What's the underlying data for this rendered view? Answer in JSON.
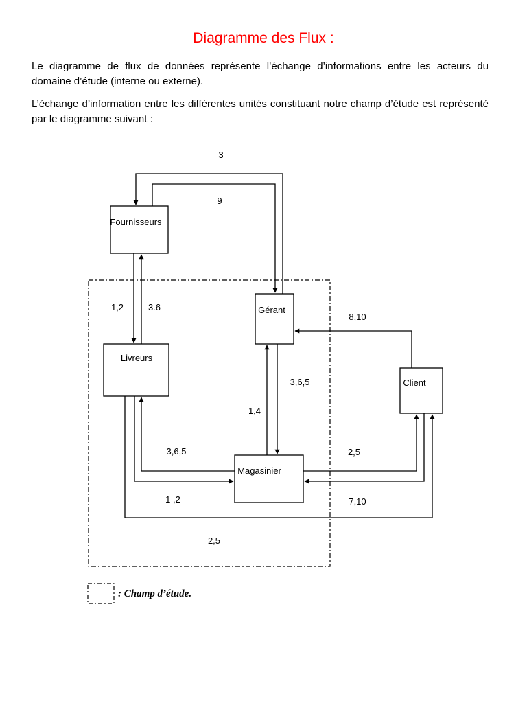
{
  "page": {
    "title": "Diagramme des Flux :",
    "title_color": "#ff0000",
    "paragraph_1": "Le diagramme de flux de données représente l’échange d’informations entre les acteurs  du domaine d’étude (interne ou externe).",
    "paragraph_2": "L’échange d’information entre les différentes unités constituant notre champ d’étude est  représenté par le diagramme suivant :"
  },
  "diagram": {
    "nodes": {
      "fournisseurs": "Fournisseurs",
      "gerant": "Gérant",
      "livreurs": "Livreurs",
      "client": "Client",
      "magasinier": "Magasinier"
    },
    "flows": {
      "gerant_to_fournisseurs": "3",
      "fournisseurs_to_gerant": "9",
      "fournisseurs_to_livreurs": "1,2",
      "livreurs_to_fournisseurs": "3.6",
      "client_to_gerant": "8,10",
      "gerant_to_magasinier": "3,6,5",
      "magasinier_to_gerant": "1,4",
      "magasinier_to_livreurs": "3,6,5",
      "livreurs_to_magasinier": "1 ,2",
      "magasinier_to_client": "2,5",
      "client_to_magasinier": "7,10",
      "livreurs_to_client": "2,5"
    },
    "legend": ": Champ d’étude."
  }
}
